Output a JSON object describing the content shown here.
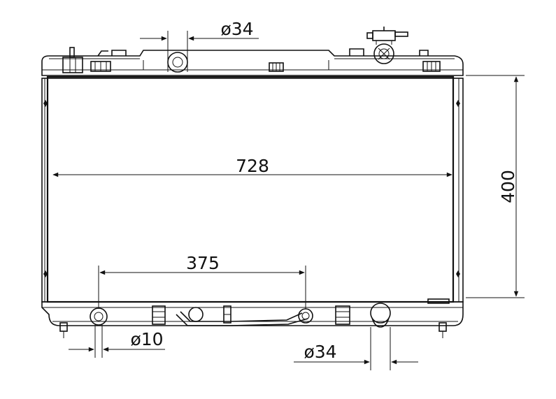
{
  "dimensions": {
    "width": "728",
    "height": "400",
    "outlet_spacing": "375",
    "top_pipe_diameter": "ø34",
    "bottom_pipe_diameter": "ø34",
    "drain_diameter": "ø10"
  },
  "colors": {
    "line": "#111111",
    "background": "#ffffff"
  }
}
